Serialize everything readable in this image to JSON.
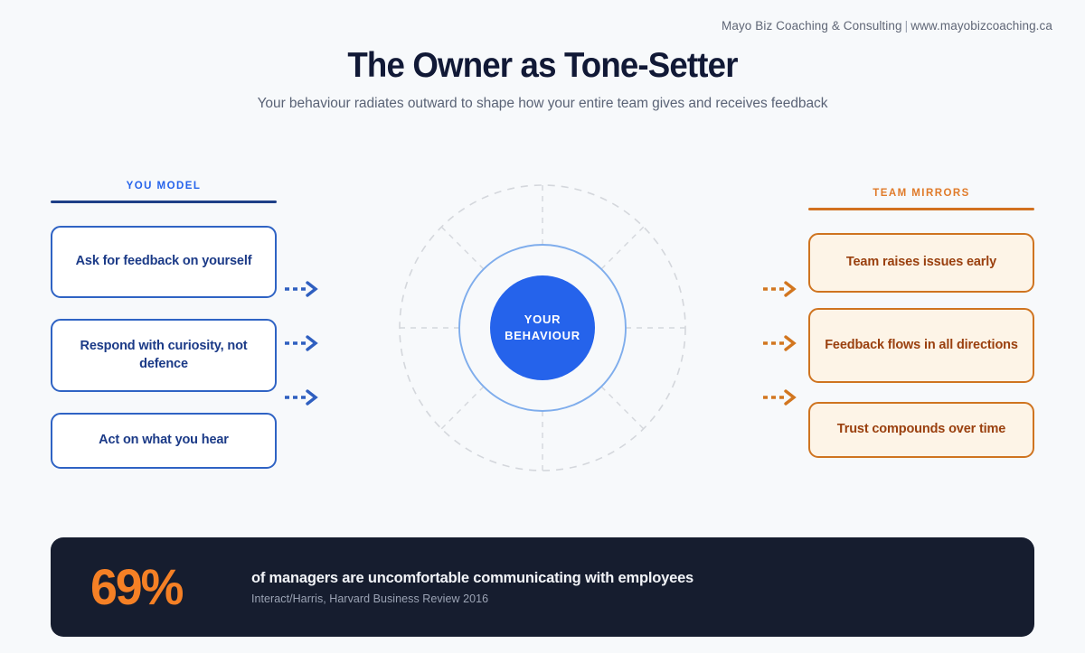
{
  "brand": {
    "name": "Mayo Biz Coaching & Consulting",
    "separator": "|",
    "website": "www.mayobizcoaching.ca"
  },
  "header": {
    "title": "The Owner as Tone-Setter",
    "subtitle": "Your behaviour radiates outward to shape how your entire team gives and receives feedback"
  },
  "left_column": {
    "heading": "YOU MODEL",
    "accent_color": "#2563eb",
    "rule_color": "#1e3f87",
    "cards": [
      {
        "text": "Ask for feedback on yourself"
      },
      {
        "text": "Respond with curiosity, not defence"
      },
      {
        "text": "Act on what you hear"
      }
    ]
  },
  "right_column": {
    "heading": "TEAM MIRRORS",
    "accent_color": "#e07b2a",
    "rule_color": "#d2711f",
    "cards": [
      {
        "text": "Team raises issues early"
      },
      {
        "text": "Feedback flows in all directions"
      },
      {
        "text": "Trust compounds over time"
      }
    ]
  },
  "center": {
    "label_line_1": "YOUR",
    "label_line_2": "BEHAVIOUR",
    "core_color": "#2563eb",
    "mid_ring_color": "#7fadec",
    "outer_ring_color": "#d4d7dc"
  },
  "arrows": {
    "left_icon": "dashed-arrow-right-icon",
    "right_icon": "dashed-arrow-right-icon",
    "left_color": "#2f5fc0",
    "right_color": "#d2761f",
    "count_left": 3,
    "count_right": 3
  },
  "stat": {
    "number": "69%",
    "headline": "of managers are uncomfortable communicating with employees",
    "source": "Interact/Harris, Harvard Business Review 2016",
    "number_color": "#f58025",
    "background_color": "#161d2f"
  }
}
